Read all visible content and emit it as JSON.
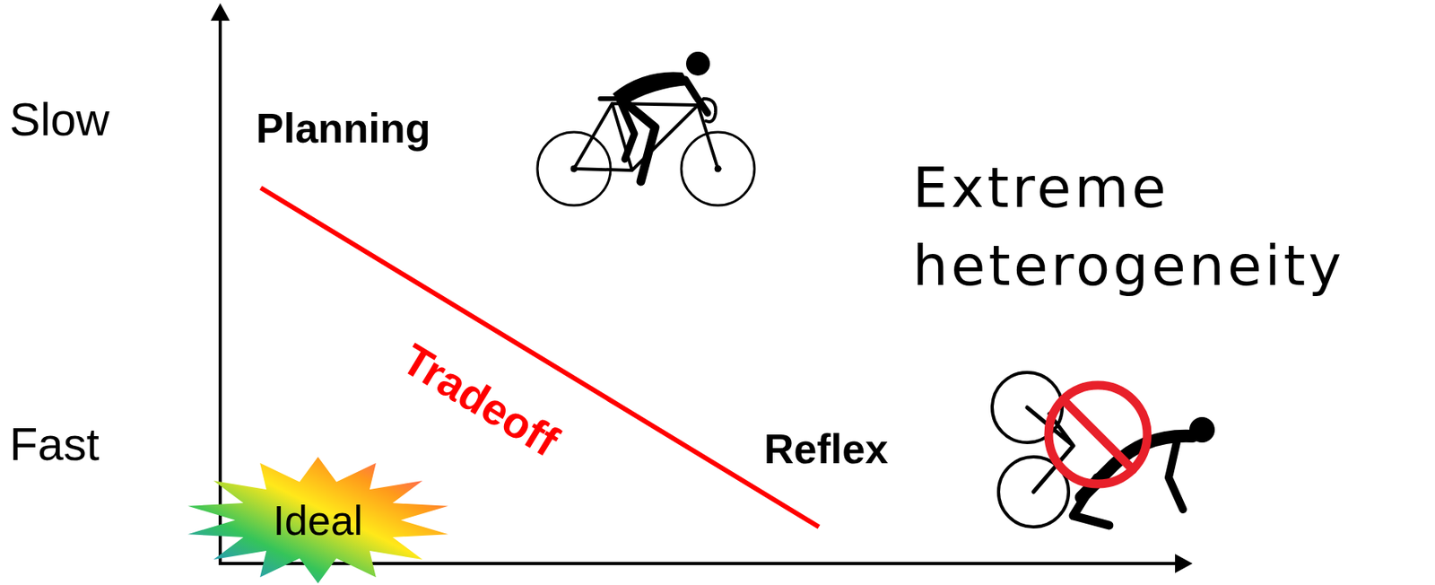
{
  "diagram": {
    "nodes": [
      {
        "text": [
          "Ideal"
        ]
      }
    ],
    "labels": [
      "Slow",
      "Planning",
      "Extreme heterogeneity",
      "Tradeoff",
      "Reflex",
      "Fast"
    ]
  }
}
